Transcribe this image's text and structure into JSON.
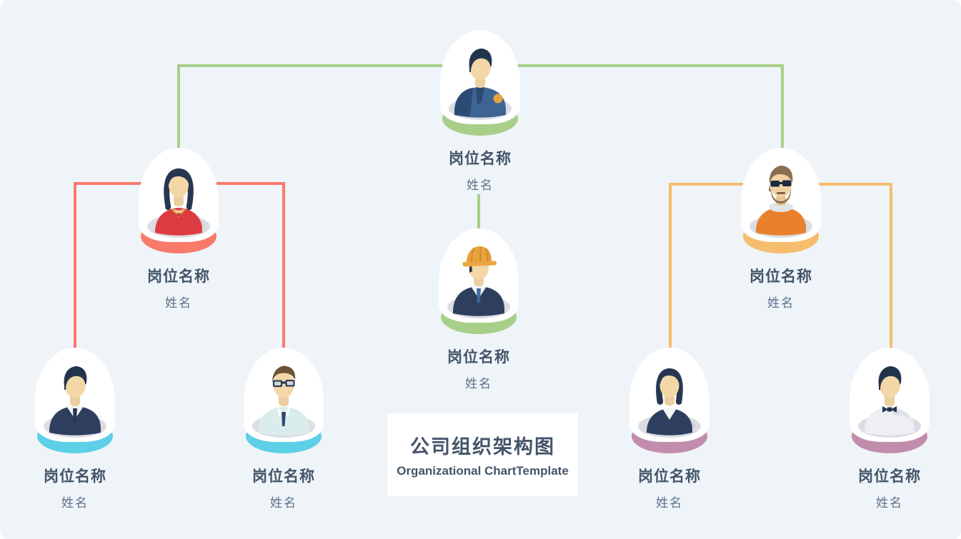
{
  "background_color": "#eef4f7",
  "title_card": {
    "heading": "公司组织架构图",
    "subheading": "Organizational ChartTemplate",
    "text_color": "#44546a"
  },
  "connector_colors": {
    "green": "#a7cf8a",
    "red": "#f9796b",
    "orange": "#f6bd6e"
  },
  "nodes": [
    {
      "title": "岗位名称",
      "name": "姓名",
      "level": 1,
      "branch": "root",
      "avatar": "police-officer-icon",
      "base_color": "#a7cf8a"
    },
    {
      "title": "岗位名称",
      "name": "姓名",
      "level": 2,
      "branch": "left",
      "avatar": "woman-red-top-icon",
      "base_color": "#f9796b"
    },
    {
      "title": "岗位名称",
      "name": "姓名",
      "level": 2,
      "branch": "center",
      "avatar": "construction-worker-icon",
      "base_color": "#a7cf8a"
    },
    {
      "title": "岗位名称",
      "name": "姓名",
      "level": 2,
      "branch": "right",
      "avatar": "sunglasses-man-icon",
      "base_color": "#f6bd6e"
    },
    {
      "title": "岗位名称",
      "name": "姓名",
      "level": 3,
      "branch": "left",
      "avatar": "suit-man-icon",
      "base_color": "#5dcfe6"
    },
    {
      "title": "岗位名称",
      "name": "姓名",
      "level": 3,
      "branch": "left",
      "avatar": "glasses-man-icon",
      "base_color": "#5dcfe6"
    },
    {
      "title": "岗位名称",
      "name": "姓名",
      "level": 3,
      "branch": "right",
      "avatar": "bob-woman-icon",
      "base_color": "#c28cad"
    },
    {
      "title": "岗位名称",
      "name": "姓名",
      "level": 3,
      "branch": "right",
      "avatar": "bowtie-man-icon",
      "base_color": "#c28cad"
    }
  ]
}
